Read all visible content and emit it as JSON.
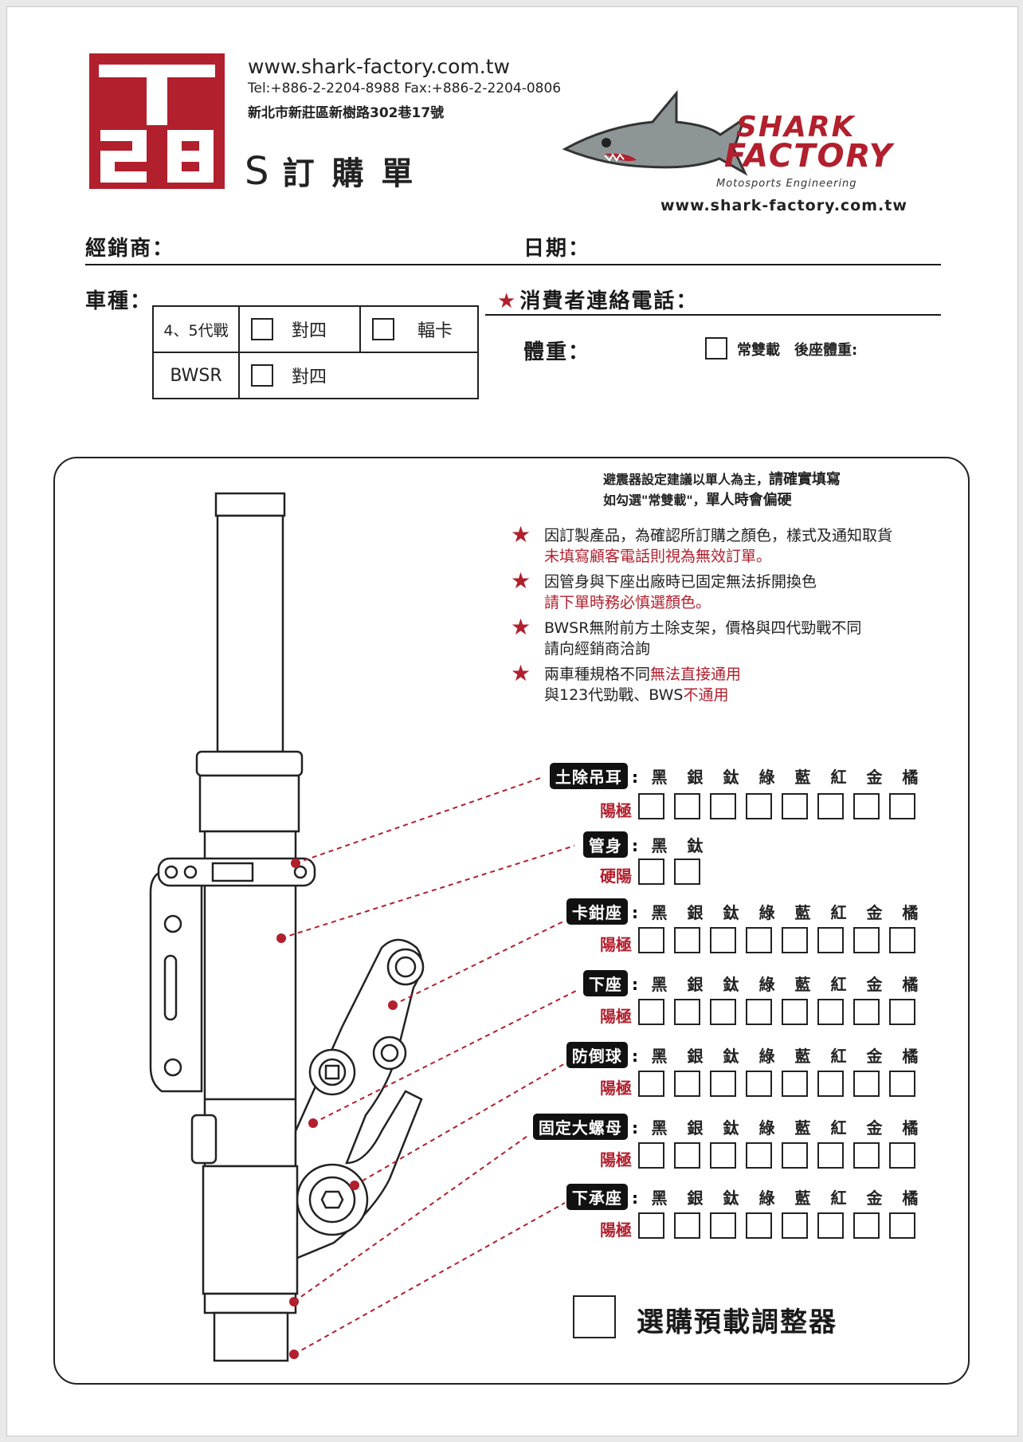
{
  "header": {
    "logo_text": "T28",
    "website": "www.shark-factory.com.tw",
    "contact": "Tel:+886-2-2204-8988  Fax:+886-2-2204-0806",
    "address": "新北市新莊區新樹路302巷17號",
    "form_title_letter": "S",
    "form_title": "訂 購 單",
    "brand_line1": "SHARK",
    "brand_line2": "FACTORY",
    "brand_tagline": "Motosports Engineering",
    "brand_website": "www.shark-factory.com.tw"
  },
  "fields": {
    "dealer": "經銷商：",
    "date": "日期：",
    "vehicle": "車種：",
    "phone": "消費者連絡電話：",
    "weight": "體重：",
    "two_up": "常雙載",
    "rear_weight": "後座體重:"
  },
  "vehicle_table": {
    "row1_model": "4、5代戰",
    "row1_opt1": "對四",
    "row1_opt2": "輻卡",
    "row2_model": "BWSR",
    "row2_opt1": "對四"
  },
  "notes": {
    "setting_line1_a": "避震器設定建議以單人為主，",
    "setting_line1_b": "請確實填寫",
    "setting_line2_a": "如勾選\"常雙載\"，",
    "setting_line2_b": "單人時會偏硬",
    "n1_a": "因訂製產品，為確認所訂購之顏色，樣式及通知取貨",
    "n1_b": "未填寫顧客電話則視為無效訂單。",
    "n2_a": "因管身與下座出廠時已固定無法拆開換色",
    "n2_b": "請下單時務必慎選顏色。",
    "n3_a": "BWSR無附前方土除支架，價格與四代勁戰不同",
    "n3_b": "請向經銷商洽詢",
    "n4_a1": "兩車種規格不同",
    "n4_a2": "無法直接通用",
    "n4_b1": "與123代勁戰、BWS",
    "n4_b2": "不通用"
  },
  "parts": [
    {
      "name": "土除吊耳",
      "finish": "陽極",
      "colors": [
        "黑",
        "銀",
        "鈦",
        "綠",
        "藍",
        "紅",
        "金",
        "橘"
      ]
    },
    {
      "name": "管身",
      "finish": "硬陽",
      "colors": [
        "黑",
        "鈦"
      ]
    },
    {
      "name": "卡鉗座",
      "finish": "陽極",
      "colors": [
        "黑",
        "銀",
        "鈦",
        "綠",
        "藍",
        "紅",
        "金",
        "橘"
      ]
    },
    {
      "name": "下座",
      "finish": "陽極",
      "colors": [
        "黑",
        "銀",
        "鈦",
        "綠",
        "藍",
        "紅",
        "金",
        "橘"
      ]
    },
    {
      "name": "防倒球",
      "finish": "陽極",
      "colors": [
        "黑",
        "銀",
        "鈦",
        "綠",
        "藍",
        "紅",
        "金",
        "橘"
      ]
    },
    {
      "name": "固定大螺母",
      "finish": "陽極",
      "colors": [
        "黑",
        "銀",
        "鈦",
        "綠",
        "藍",
        "紅",
        "金",
        "橘"
      ]
    },
    {
      "name": "下承座",
      "finish": "陽極",
      "colors": [
        "黑",
        "銀",
        "鈦",
        "綠",
        "藍",
        "紅",
        "金",
        "橘"
      ]
    }
  ],
  "preload": "選購預載調整器",
  "colors": {
    "brand_red": "#b21f2d",
    "ink": "#1a1a1a"
  }
}
